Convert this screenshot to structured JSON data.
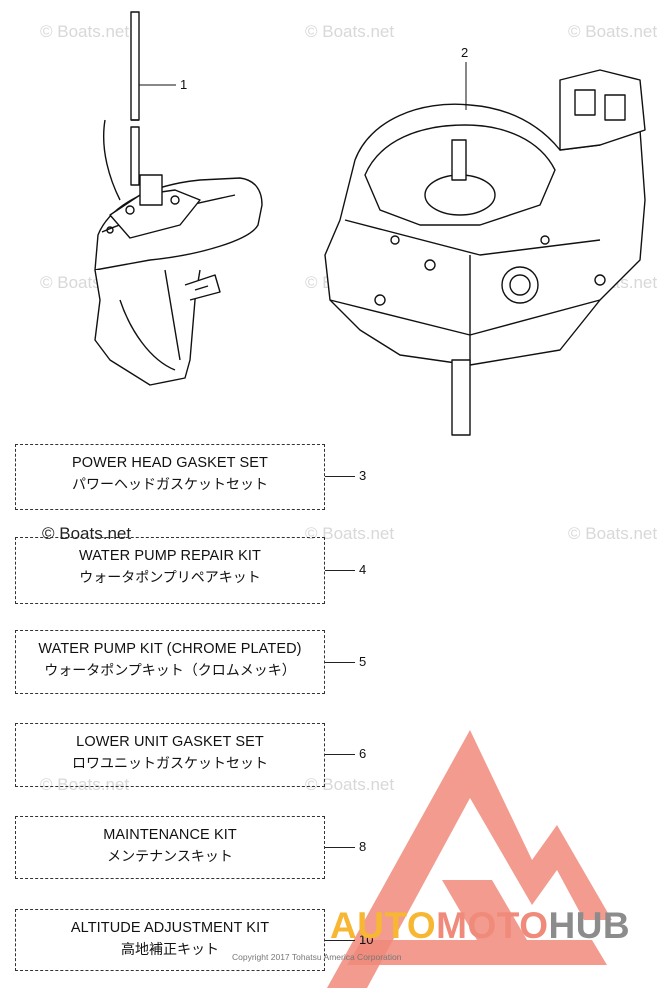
{
  "watermarks": {
    "light_text": "© Boats.net",
    "dark_text": "© Boats.net"
  },
  "callouts": [
    {
      "number": "1"
    },
    {
      "number": "2"
    }
  ],
  "kits": [
    {
      "number": "3",
      "en": "POWER HEAD GASKET SET",
      "jp": "パワーヘッドガスケットセット"
    },
    {
      "number": "4",
      "en": "WATER PUMP REPAIR KIT",
      "jp": "ウォータポンプリペアキット"
    },
    {
      "number": "5",
      "en": "WATER PUMP KIT (CHROME PLATED)",
      "jp": "ウォータポンプキット（クロムメッキ）"
    },
    {
      "number": "6",
      "en": "LOWER UNIT GASKET SET",
      "jp": "ロワユニットガスケットセット"
    },
    {
      "number": "8",
      "en": "MAINTENANCE KIT",
      "jp": "メンテナンスキット"
    },
    {
      "number": "10",
      "en": "ALTITUDE ADJUSTMENT KIT",
      "jp": "高地補正キット"
    }
  ],
  "brand": {
    "part_1": "AUTO",
    "part_2": "MOTO",
    "part_3": "HUB",
    "color_1": "#f7b733",
    "color_2": "#f08a7a",
    "color_3": "#8c8c8c"
  },
  "copyright": "Copyright 2017 Tohatsu America Corporation"
}
